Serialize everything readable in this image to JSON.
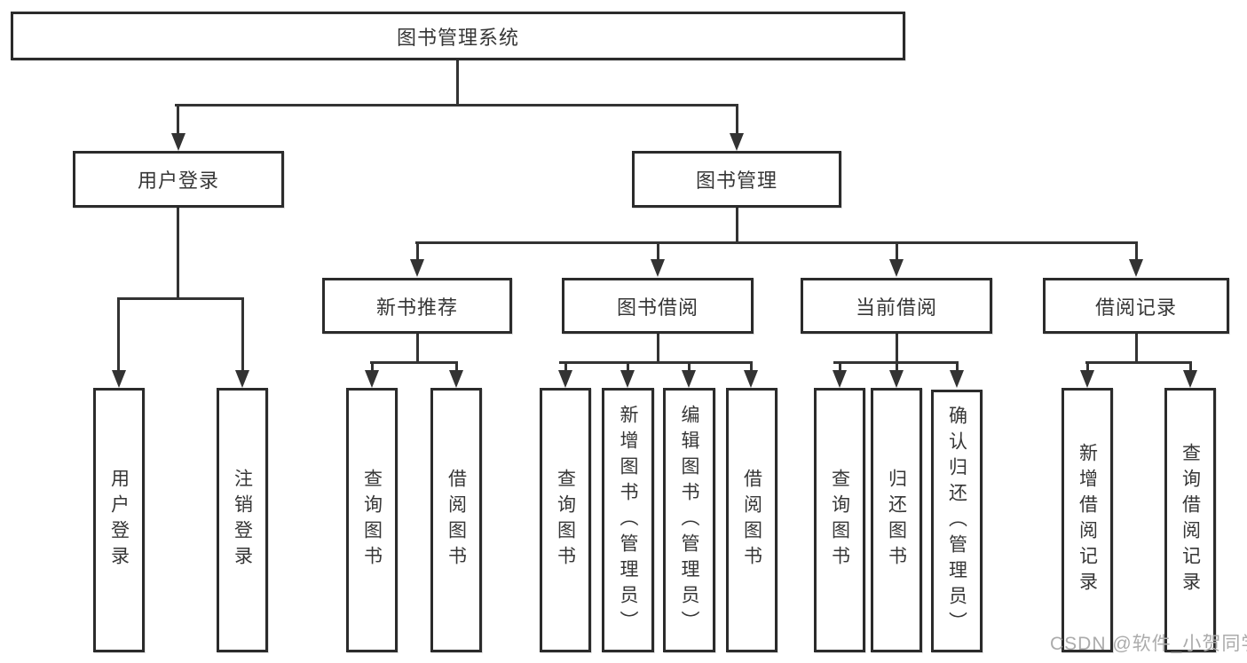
{
  "tree": {
    "label": "图书管理系统",
    "children": [
      {
        "label": "用户登录",
        "children": [
          {
            "label": "用户登录"
          },
          {
            "label": "注销登录"
          }
        ]
      },
      {
        "label": "图书管理",
        "children": [
          {
            "label": "新书推荐",
            "children": [
              {
                "label": "查询图书"
              },
              {
                "label": "借阅图书"
              }
            ]
          },
          {
            "label": "图书借阅",
            "children": [
              {
                "label": "查询图书"
              },
              {
                "label": "新增图书（管理员）"
              },
              {
                "label": "编辑图书（管理员）"
              },
              {
                "label": "借阅图书"
              }
            ]
          },
          {
            "label": "当前借阅",
            "children": [
              {
                "label": "查询图书"
              },
              {
                "label": "归还图书"
              },
              {
                "label": "确认归还（管理员）"
              }
            ]
          },
          {
            "label": "借阅记录",
            "children": [
              {
                "label": "新增借阅记录"
              },
              {
                "label": "查询借阅记录"
              }
            ]
          }
        ]
      }
    ]
  },
  "watermark": {
    "text": "CSDN @软件_小贺同学"
  },
  "colors": {
    "background": "#ffffff",
    "box_fill": "#ffffff",
    "box_border": "#2b2b2b",
    "line": "#333333",
    "text": "#363636",
    "watermark": "#ababab"
  }
}
